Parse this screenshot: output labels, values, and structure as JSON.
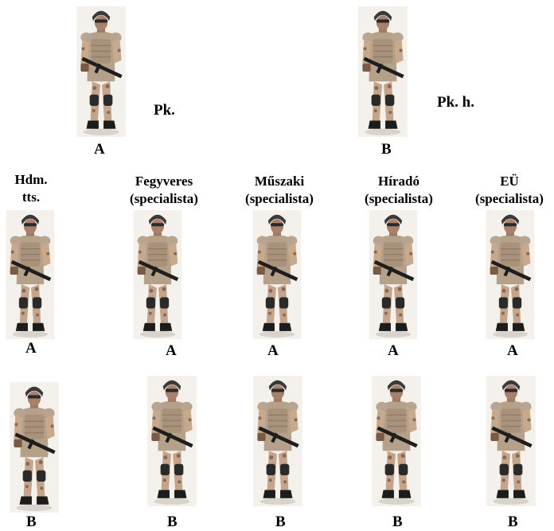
{
  "top": {
    "left": {
      "rank_label": "Pk.",
      "variant": "A"
    },
    "right": {
      "rank_label": "Pk. h.",
      "variant": "B"
    }
  },
  "columns": [
    {
      "header_line1": "Hdm.",
      "header_line2": "tts.",
      "row_a": "A",
      "row_b": "B"
    },
    {
      "header_line1": "Fegyveres",
      "header_line2": "(specialista)",
      "row_a": "A",
      "row_b": "B"
    },
    {
      "header_line1": "Műszaki",
      "header_line2": "(specialista)",
      "row_a": "A",
      "row_b": "B"
    },
    {
      "header_line1": "Híradó",
      "header_line2": "(specialista)",
      "row_a": "A",
      "row_b": "B"
    },
    {
      "header_line1": "EÜ",
      "header_line2": "(specialista)",
      "row_a": "A",
      "row_b": "B"
    }
  ],
  "colors": {
    "camo_base": "#c9a98c",
    "camo_dark": "#8a6a55",
    "armor": "#b5a08a",
    "pads": "#2a2a2a",
    "helmet": "#3a3a3a",
    "rifle": "#1e1e1e",
    "photo_bg": "#f4f1ec"
  }
}
